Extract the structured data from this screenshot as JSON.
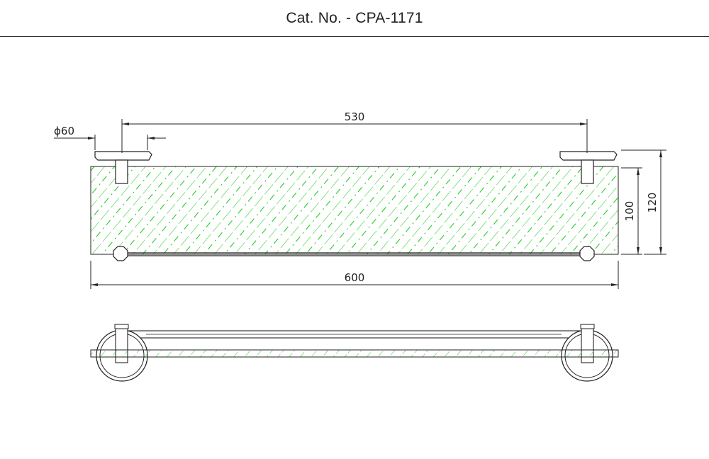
{
  "title": "Cat. No. - CPA-1171",
  "dimensions": {
    "centers": "530",
    "diameter": "ϕ60",
    "overall_length": "600",
    "glass_depth": "100",
    "total_depth": "120"
  },
  "colors": {
    "line": "#222222",
    "hatch": "#22cc22",
    "glass_fill": "#f3fbf3"
  }
}
